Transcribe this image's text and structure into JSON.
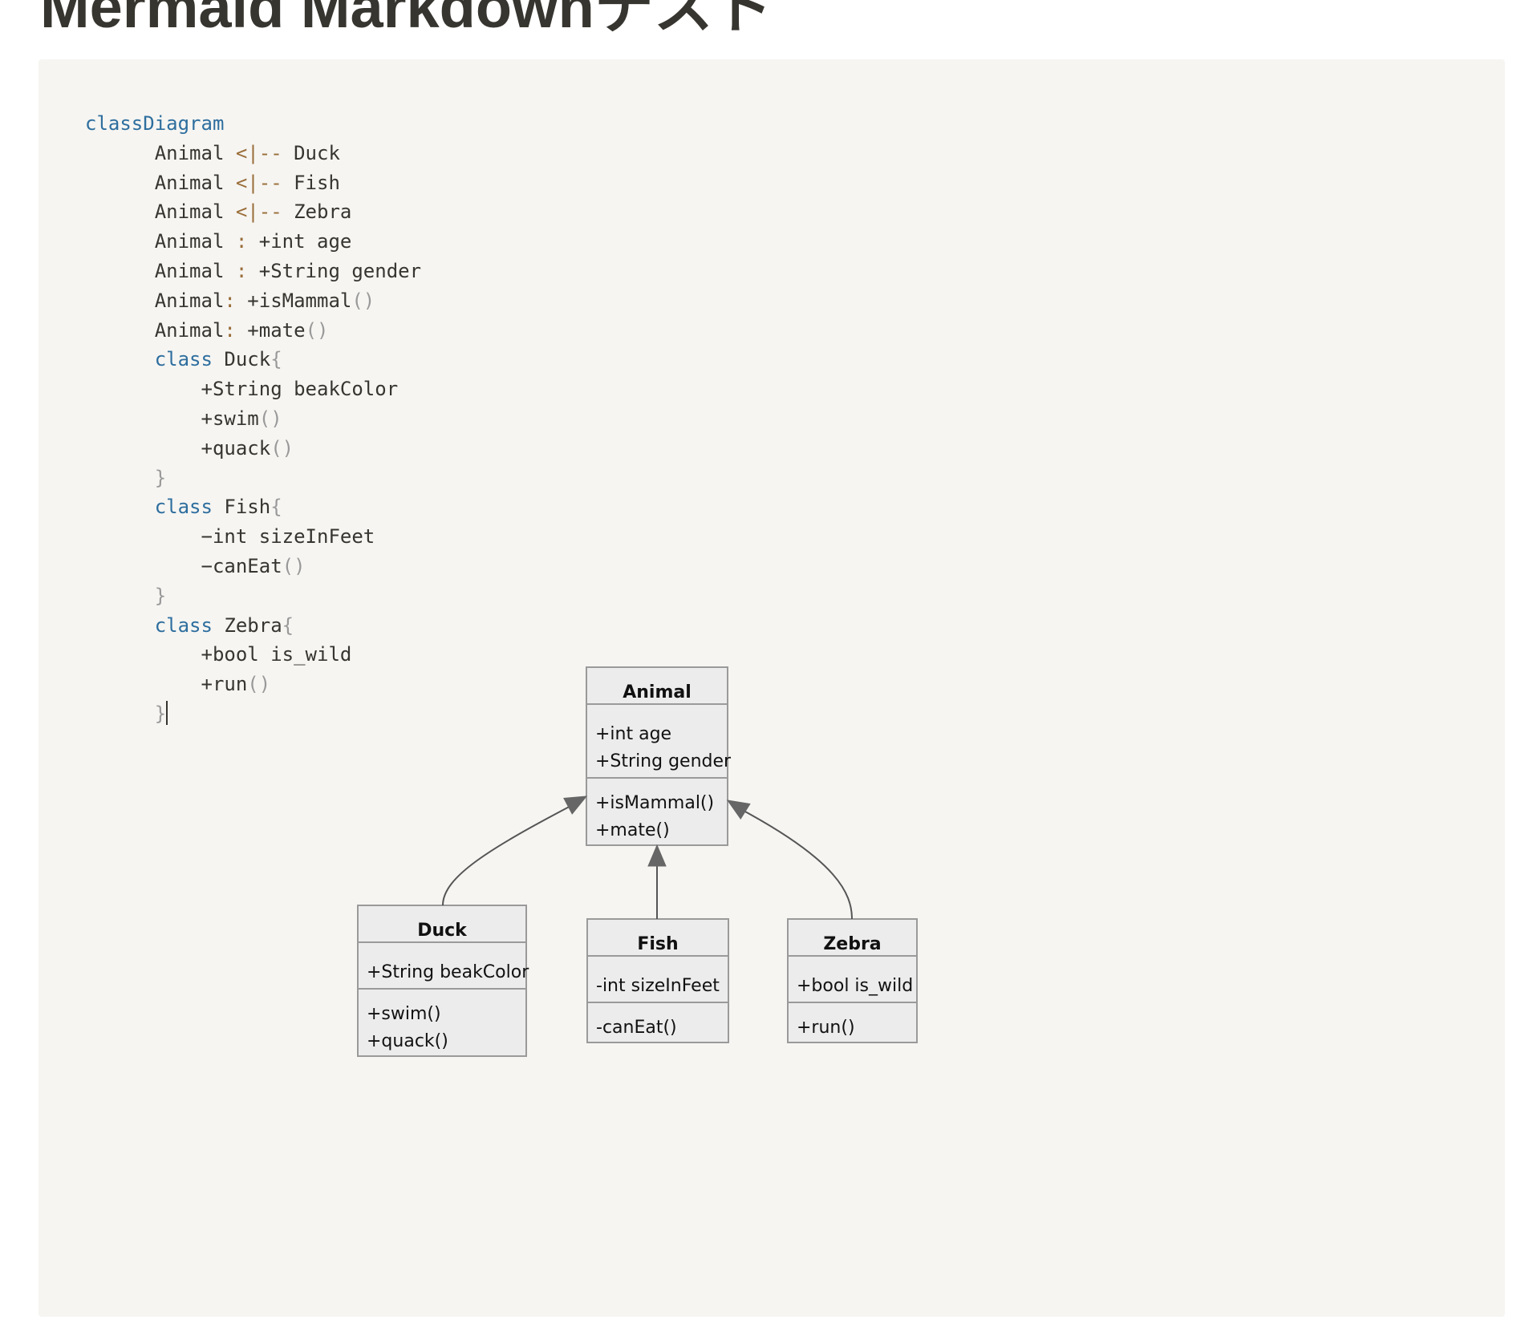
{
  "page": {
    "title": "Mermaid Markdownテスト"
  },
  "code_block": {
    "language": "mermaid",
    "lines": [
      {
        "indent": 0,
        "tokens": [
          {
            "t": "classDiagram",
            "k": "kw"
          }
        ]
      },
      {
        "indent": 6,
        "tokens": [
          {
            "t": "Animal ",
            "k": "tx"
          },
          {
            "t": "<|--",
            "k": "op"
          },
          {
            "t": " Duck",
            "k": "tx"
          }
        ]
      },
      {
        "indent": 6,
        "tokens": [
          {
            "t": "Animal ",
            "k": "tx"
          },
          {
            "t": "<|--",
            "k": "op"
          },
          {
            "t": " Fish",
            "k": "tx"
          }
        ]
      },
      {
        "indent": 6,
        "tokens": [
          {
            "t": "Animal ",
            "k": "tx"
          },
          {
            "t": "<|--",
            "k": "op"
          },
          {
            "t": " Zebra",
            "k": "tx"
          }
        ]
      },
      {
        "indent": 6,
        "tokens": [
          {
            "t": "Animal ",
            "k": "tx"
          },
          {
            "t": ":",
            "k": "op"
          },
          {
            "t": " +int age",
            "k": "tx"
          }
        ]
      },
      {
        "indent": 6,
        "tokens": [
          {
            "t": "Animal ",
            "k": "tx"
          },
          {
            "t": ":",
            "k": "op"
          },
          {
            "t": " +String gender",
            "k": "tx"
          }
        ]
      },
      {
        "indent": 6,
        "tokens": [
          {
            "t": "Animal",
            "k": "tx"
          },
          {
            "t": ":",
            "k": "op"
          },
          {
            "t": " +isMammal",
            "k": "tx"
          },
          {
            "t": "()",
            "k": "pn"
          }
        ]
      },
      {
        "indent": 6,
        "tokens": [
          {
            "t": "Animal",
            "k": "tx"
          },
          {
            "t": ":",
            "k": "op"
          },
          {
            "t": " +mate",
            "k": "tx"
          },
          {
            "t": "()",
            "k": "pn"
          }
        ]
      },
      {
        "indent": 6,
        "tokens": [
          {
            "t": "class",
            "k": "kw"
          },
          {
            "t": " Duck",
            "k": "tx"
          },
          {
            "t": "{",
            "k": "pn"
          }
        ]
      },
      {
        "indent": 10,
        "tokens": [
          {
            "t": "+String beakColor",
            "k": "tx"
          }
        ]
      },
      {
        "indent": 10,
        "tokens": [
          {
            "t": "+swim",
            "k": "tx"
          },
          {
            "t": "()",
            "k": "pn"
          }
        ]
      },
      {
        "indent": 10,
        "tokens": [
          {
            "t": "+quack",
            "k": "tx"
          },
          {
            "t": "()",
            "k": "pn"
          }
        ]
      },
      {
        "indent": 6,
        "tokens": [
          {
            "t": "}",
            "k": "pn"
          }
        ]
      },
      {
        "indent": 6,
        "tokens": [
          {
            "t": "class",
            "k": "kw"
          },
          {
            "t": " Fish",
            "k": "tx"
          },
          {
            "t": "{",
            "k": "pn"
          }
        ]
      },
      {
        "indent": 10,
        "tokens": [
          {
            "t": "−int sizeInFeet",
            "k": "tx"
          }
        ]
      },
      {
        "indent": 10,
        "tokens": [
          {
            "t": "−canEat",
            "k": "tx"
          },
          {
            "t": "()",
            "k": "pn"
          }
        ]
      },
      {
        "indent": 6,
        "tokens": [
          {
            "t": "}",
            "k": "pn"
          }
        ]
      },
      {
        "indent": 6,
        "tokens": [
          {
            "t": "class",
            "k": "kw"
          },
          {
            "t": " Zebra",
            "k": "tx"
          },
          {
            "t": "{",
            "k": "pn"
          }
        ]
      },
      {
        "indent": 10,
        "tokens": [
          {
            "t": "+bool is_wild",
            "k": "tx"
          }
        ]
      },
      {
        "indent": 10,
        "tokens": [
          {
            "t": "+run",
            "k": "tx"
          },
          {
            "t": "()",
            "k": "pn"
          }
        ]
      },
      {
        "indent": 6,
        "tokens": [
          {
            "t": "}",
            "k": "pn"
          }
        ],
        "caret": true
      }
    ]
  },
  "syntax_colors": {
    "kw": "#2e6e9e",
    "tx": "#37352f",
    "op": "#9a6e3a",
    "pn": "#999999"
  },
  "diagram": {
    "classes": [
      {
        "id": "animal",
        "name": "Animal",
        "attributes": [
          "+int age",
          "+String gender"
        ],
        "methods": [
          "+isMammal()",
          "+mate()"
        ]
      },
      {
        "id": "duck",
        "name": "Duck",
        "attributes": [
          "+String beakColor"
        ],
        "methods": [
          "+swim()",
          "+quack()"
        ]
      },
      {
        "id": "fish",
        "name": "Fish",
        "attributes": [
          "-int sizeInFeet"
        ],
        "methods": [
          "-canEat()"
        ]
      },
      {
        "id": "zebra",
        "name": "Zebra",
        "attributes": [
          "+bool is_wild"
        ],
        "methods": [
          "+run()"
        ]
      }
    ],
    "relations": [
      {
        "from": "duck",
        "to": "animal",
        "type": "inheritance"
      },
      {
        "from": "fish",
        "to": "animal",
        "type": "inheritance"
      },
      {
        "from": "zebra",
        "to": "animal",
        "type": "inheritance"
      }
    ],
    "colors": {
      "box_fill": "#ececec",
      "box_stroke": "#9a9a9a",
      "edge": "#555555",
      "arrowhead": "#666666",
      "text": "#111111"
    }
  }
}
